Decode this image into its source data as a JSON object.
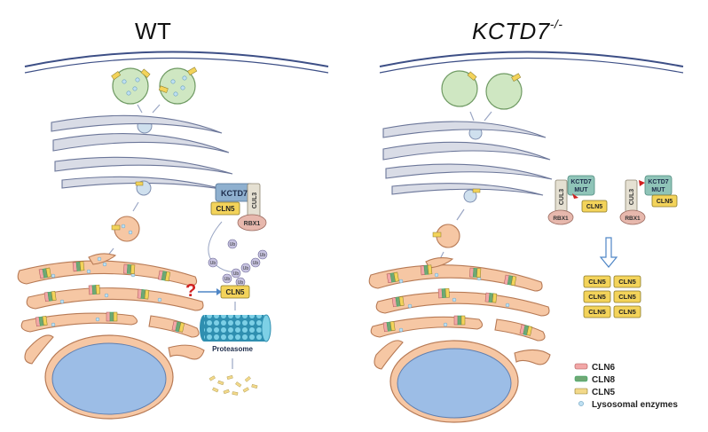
{
  "panels": {
    "wt_title": "WT",
    "ko_title": "KCTD7",
    "ko_superscript": "-/-"
  },
  "proteins": {
    "kctd7": "KCTD7",
    "kctd7_mut_line1": "KCTD7",
    "kctd7_mut_line2": "MUT",
    "cul3": "CUL3",
    "rbx1": "RBX1",
    "cln5": "CLN5",
    "ub": "Ub",
    "proteasome": "Proteasome",
    "question": "?"
  },
  "legend": {
    "items": [
      {
        "label": "CLN6",
        "color": "#f2a7a7"
      },
      {
        "label": "CLN8",
        "color": "#6fa874"
      },
      {
        "label": "CLN5",
        "color": "#f3d98a"
      },
      {
        "label": "Lysosomal enzymes",
        "color": "#bfe0f2"
      }
    ]
  },
  "colors": {
    "er_fill": "#f6c7a4",
    "golgi_fill": "#d9dce6",
    "lysosome_fill": "#cfe7c2",
    "nucleus_fill": "#9cbde6",
    "cln5_fill": "#f3d35a",
    "kctd7_fill": "#8fb0cf",
    "rbx1_fill": "#e7b8ad",
    "cul3_fill": "#e5e0d2",
    "proteasome_fill": "#4bb6cf"
  }
}
